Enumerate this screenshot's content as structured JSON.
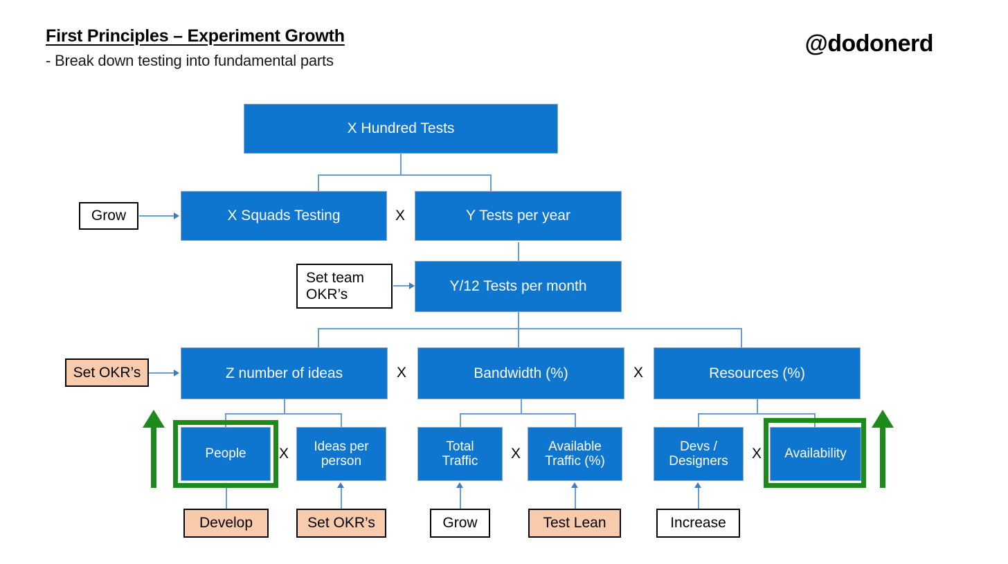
{
  "header": {
    "title": "First Principles – Experiment Growth",
    "subtitle": "- Break down testing into fundamental parts",
    "handle": "@dodonerd"
  },
  "colors": {
    "node_blue": "#0F76D0",
    "node_peach": "#F8CBAD",
    "node_white": "#FFFFFF",
    "connector_blue": "#6A9BD1",
    "highlight_green": "#1E8A1E",
    "text_black": "#000000",
    "text_white": "#FFFFFF"
  },
  "nodes": {
    "root": {
      "label": "X Hundred Tests"
    },
    "row2": {
      "left": {
        "label": "X Squads Testing"
      },
      "right": {
        "label": "Y Tests per year"
      },
      "operator": "X",
      "action": {
        "label": "Grow"
      }
    },
    "row3": {
      "box": {
        "label": "Y/12 Tests per month"
      },
      "action": {
        "label": "Set team\nOKR’s"
      }
    },
    "row4": {
      "ideas": {
        "label": "Z number of ideas"
      },
      "bandwidth": {
        "label": "Bandwidth (%)"
      },
      "resources": {
        "label": "Resources (%)"
      },
      "operator_1": "X",
      "operator_2": "X",
      "action": {
        "label": "Set OKR’s"
      }
    },
    "row5": {
      "people": {
        "label": "People"
      },
      "ideas_per_person": {
        "label": "Ideas per\nperson"
      },
      "total_traffic": {
        "label": "Total\nTraffic"
      },
      "available_traffic": {
        "label": "Available\nTraffic (%)"
      },
      "devs_designers": {
        "label": "Devs /\nDesigners"
      },
      "availability": {
        "label": "Availability"
      },
      "operator_1": "X",
      "operator_2": "X",
      "operator_3": "X"
    },
    "row6": {
      "develop": {
        "label": "Develop"
      },
      "set_okrs": {
        "label": "Set OKR’s"
      },
      "grow": {
        "label": "Grow"
      },
      "test_lean": {
        "label": "Test Lean"
      },
      "increase": {
        "label": "Increase"
      }
    }
  },
  "highlights": {
    "people_emphasis": "People",
    "availability_emphasis": "Availability",
    "left_growth_arrow": "up",
    "right_growth_arrow": "up"
  }
}
